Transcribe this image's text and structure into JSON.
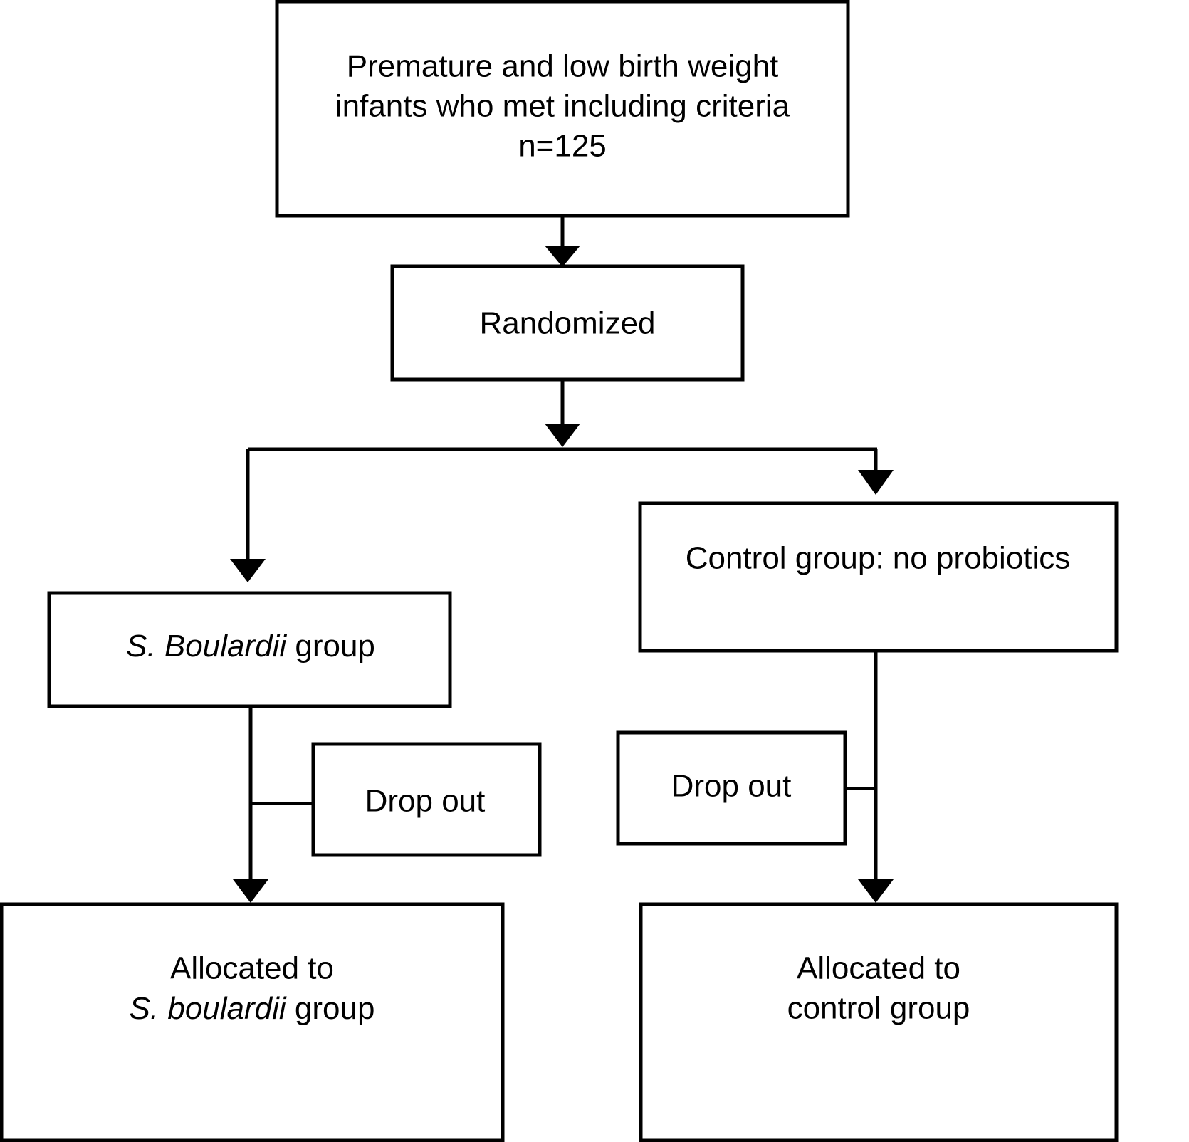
{
  "diagram": {
    "type": "flowchart",
    "title": "CONSORT-style participant flow diagram",
    "background_color": "#ffffff",
    "line_color": "#000000",
    "text_color": "#000000",
    "nodes": [
      {
        "id": "enrollment",
        "name": "enrollment-box",
        "lines": [
          "Premature and low birth weight",
          "infants who met including criteria",
          "n=125"
        ],
        "text": "Premature and low birth weight infants who met including criteria n=125",
        "count_label": "n=125",
        "count": 125
      },
      {
        "id": "randomized",
        "name": "randomized-box",
        "lines": [
          "Randomized"
        ],
        "text": "Randomized"
      },
      {
        "id": "sb-group",
        "name": "s-boulardii-group-box",
        "lines": [
          "S. Boulardii group"
        ],
        "text": "S. Boulardii group",
        "italic_part": "S. Boulardii",
        "plain_part": " group"
      },
      {
        "id": "control-group",
        "name": "control-group-box",
        "lines": [
          "Control group: no probiotics"
        ],
        "text": "Control group: no probiotics"
      },
      {
        "id": "dropout-left",
        "name": "dropout-left-box",
        "lines": [
          "Drop out"
        ],
        "text": "Drop out"
      },
      {
        "id": "dropout-right",
        "name": "dropout-right-box",
        "lines": [
          "Drop out"
        ],
        "text": "Drop out"
      },
      {
        "id": "allocated-sb",
        "name": "allocated-s-boulardii-box",
        "lines": [
          "Allocated to",
          "S. boulardii group"
        ],
        "text": "Allocated to S. boulardii group",
        "line1": "Allocated to",
        "line2_italic": "S. boulardii",
        "line2_plain": " group"
      },
      {
        "id": "allocated-control",
        "name": "allocated-control-box",
        "lines": [
          "Allocated to",
          "control group"
        ],
        "text": "Allocated to control group",
        "line1": "Allocated to",
        "line2": "control group"
      }
    ],
    "edges": [
      {
        "from": "enrollment",
        "to": "randomized",
        "style": "arrow"
      },
      {
        "from": "randomized",
        "to": "split",
        "style": "arrow"
      },
      {
        "from": "split",
        "to": "sb-group",
        "style": "arrow"
      },
      {
        "from": "split",
        "to": "control-group",
        "style": "arrow"
      },
      {
        "from": "sb-group",
        "to": "dropout-left",
        "style": "line"
      },
      {
        "from": "sb-group",
        "to": "allocated-sb",
        "style": "arrow"
      },
      {
        "from": "control-group",
        "to": "dropout-right",
        "style": "line"
      },
      {
        "from": "control-group",
        "to": "allocated-control",
        "style": "arrow"
      }
    ]
  }
}
